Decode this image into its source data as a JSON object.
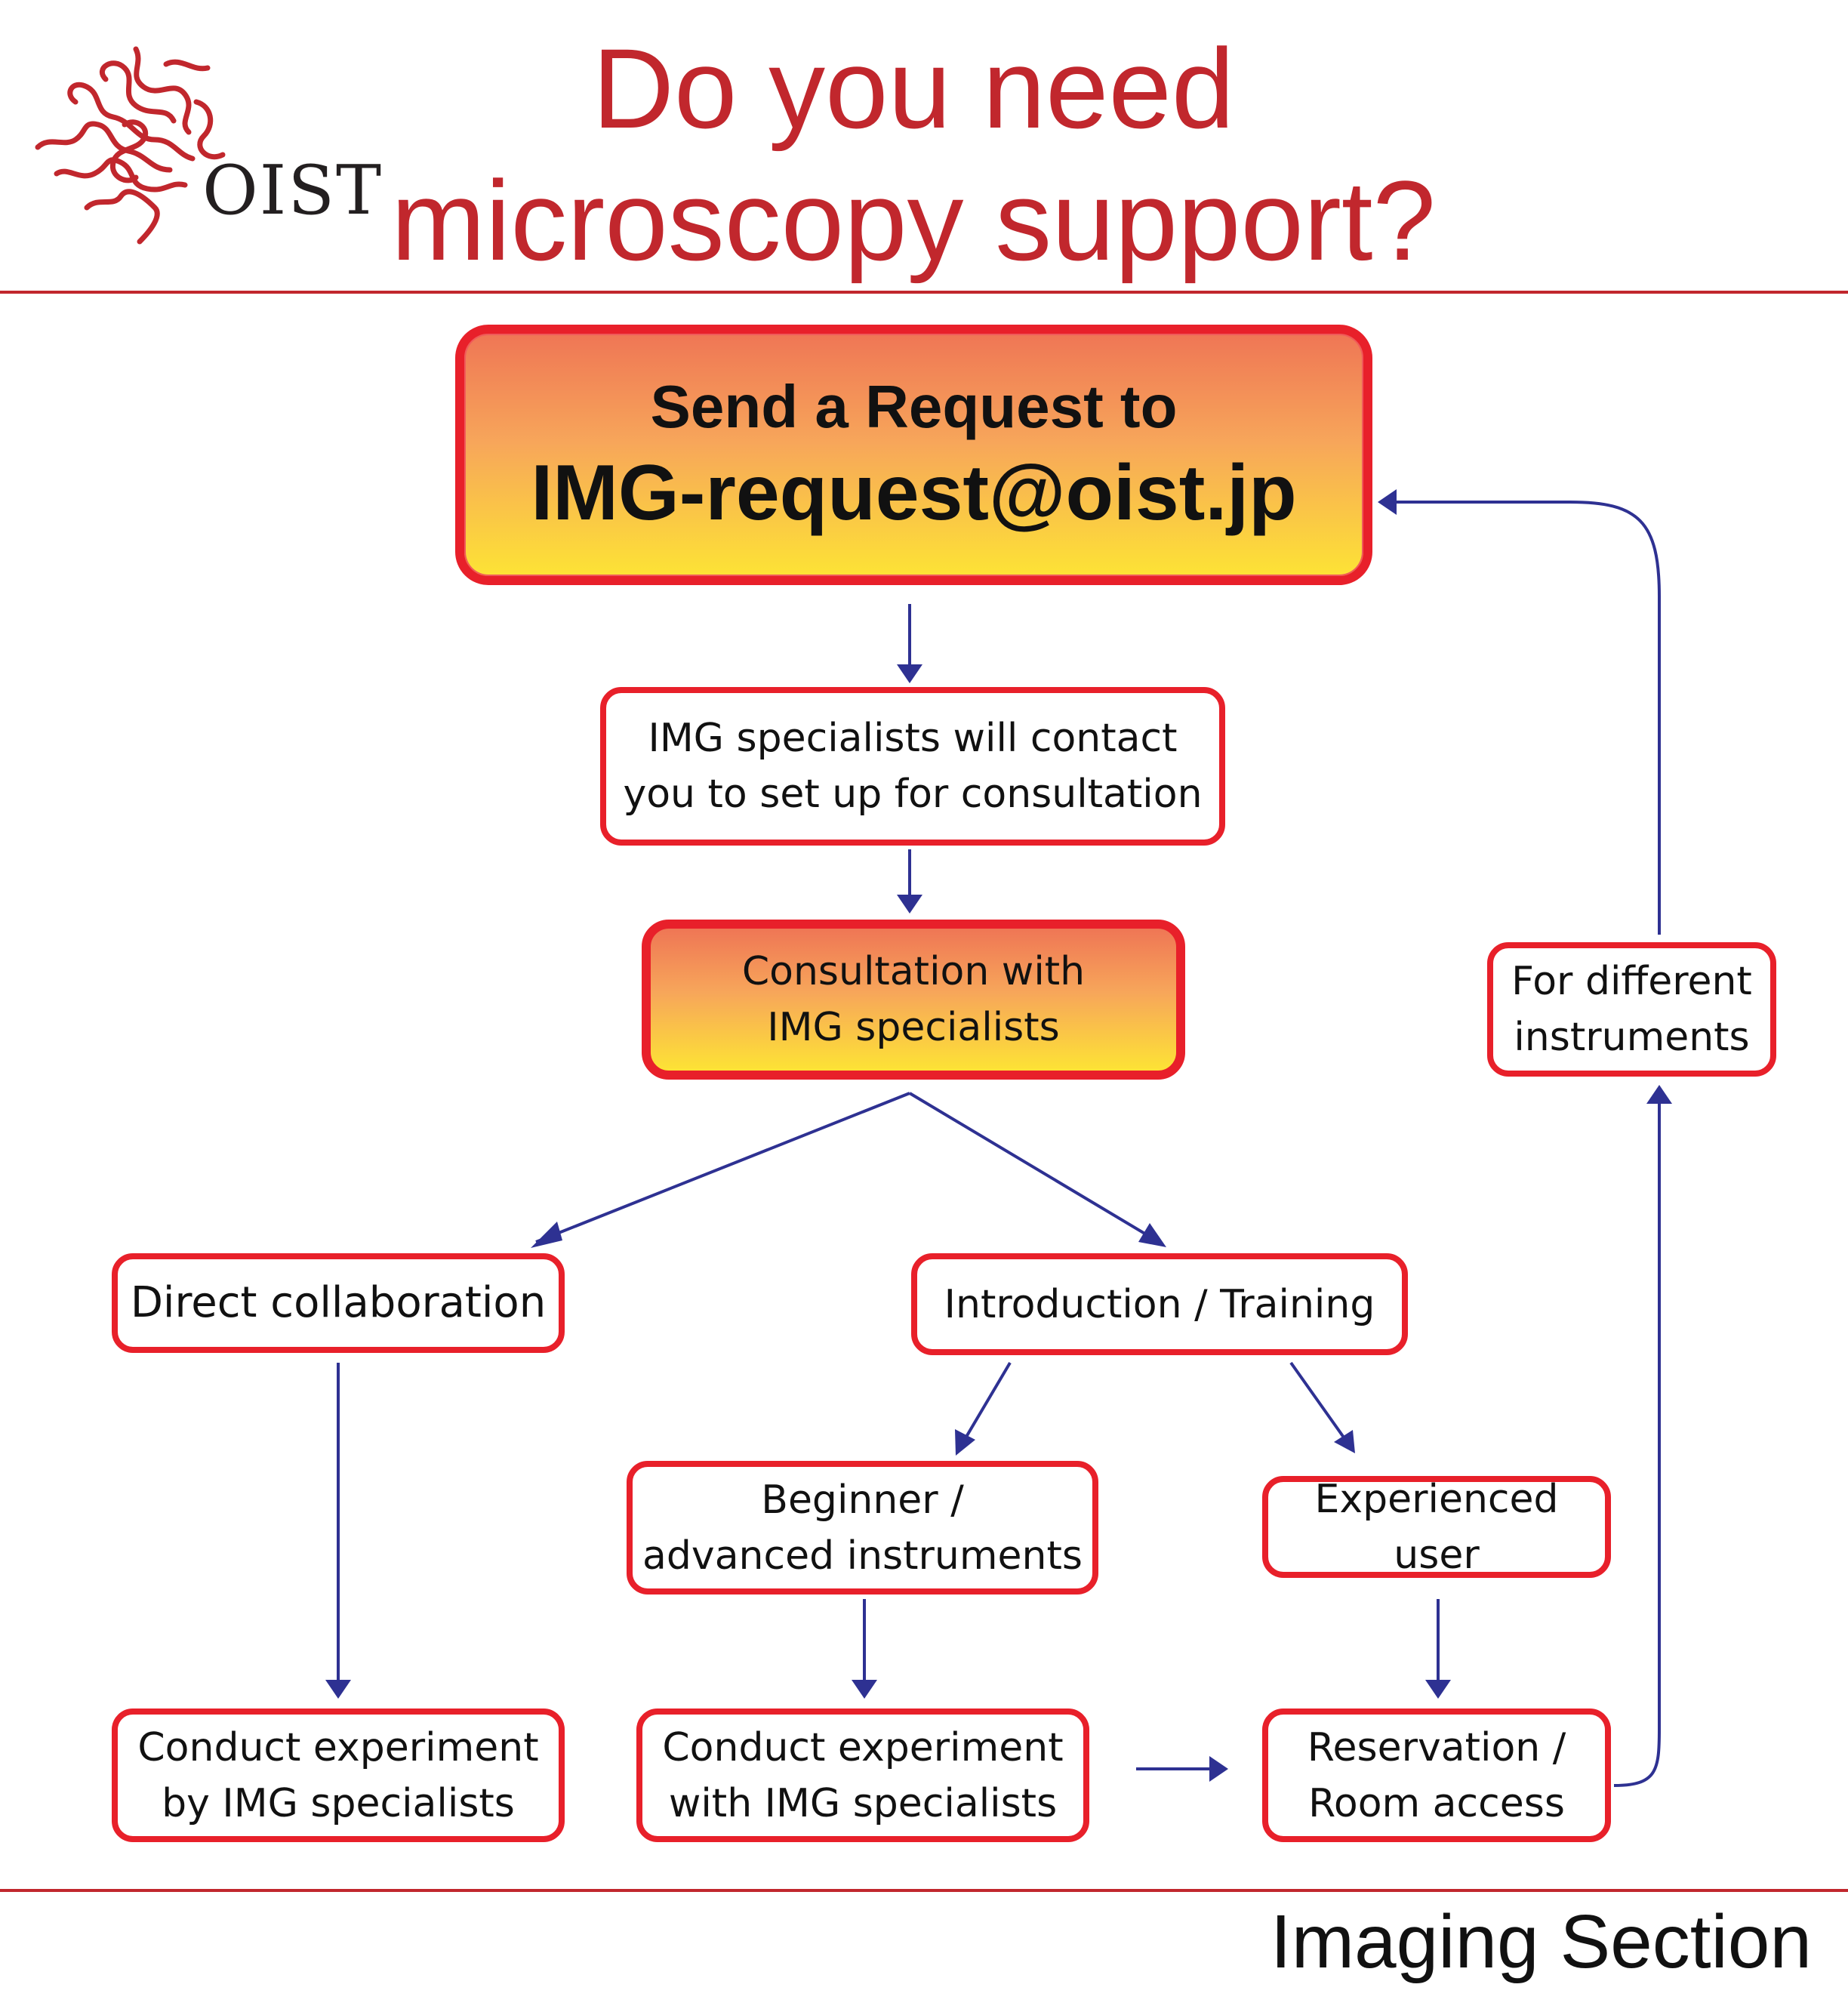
{
  "header": {
    "logo_text": "OIST",
    "title_line1": "Do you need",
    "title_line2": "microscopy support?"
  },
  "colors": {
    "accent_red": "#c1272d",
    "box_border": "#e8202a",
    "arrow_blue": "#2e3192",
    "gradient_top": "#ef7655",
    "gradient_bottom": "#fde335"
  },
  "flow": {
    "request": {
      "line1": "Send a Request to",
      "line2": "IMG-request@oist.jp"
    },
    "contact": {
      "line1": "IMG specialists will contact",
      "line2": "you to set up for consultation"
    },
    "consultation": {
      "line1": "Consultation with",
      "line2": "IMG specialists"
    },
    "direct": {
      "label": "Direct collaboration"
    },
    "intro": {
      "label": "Introduction / Training"
    },
    "beginner": {
      "line1": "Beginner /",
      "line2": "advanced instruments"
    },
    "experienced": {
      "label": "Experienced user"
    },
    "conduct_by": {
      "line1": "Conduct experiment",
      "line2": "by IMG specialists"
    },
    "conduct_with": {
      "line1": "Conduct experiment",
      "line2": "with IMG specialists"
    },
    "reservation": {
      "line1": "Reservation /",
      "line2": "Room access"
    },
    "different": {
      "line1": "For different",
      "line2": "instruments"
    }
  },
  "footer": {
    "label": "Imaging Section"
  }
}
